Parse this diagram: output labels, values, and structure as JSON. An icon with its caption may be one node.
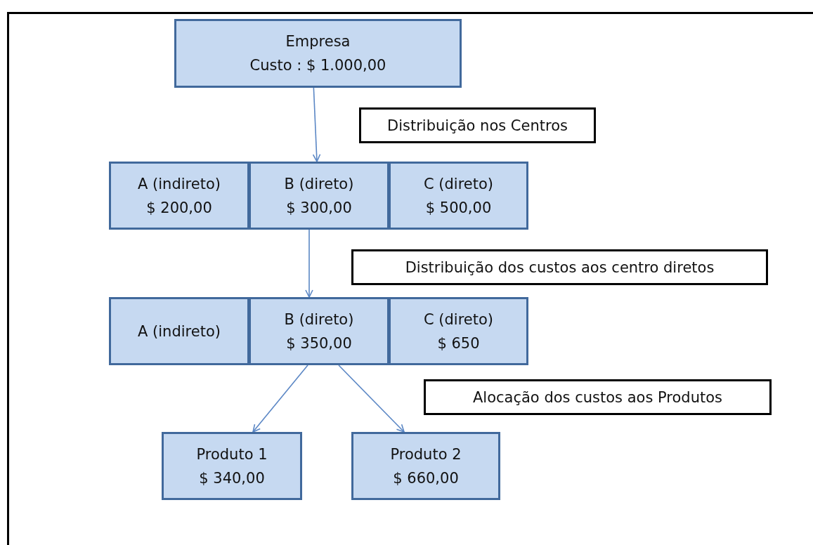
{
  "diagram": {
    "nodes": [
      {
        "text": [
          "Empresa",
          "Custo : $ 1.000,00"
        ]
      },
      {
        "text": [
          "Distribuição  nos Centros"
        ]
      },
      {
        "text": [
          "A (indireto)",
          "$ 200,00"
        ]
      },
      {
        "text": [
          "B (direto)",
          "$ 300,00"
        ]
      },
      {
        "text": [
          "C (direto)",
          "$ 500,00"
        ]
      },
      {
        "text": [
          "Distribuição  dos custos aos centro diretos"
        ]
      },
      {
        "text": [
          "A (indireto)"
        ]
      },
      {
        "text": [
          "B (direto)",
          "$ 350,00"
        ]
      },
      {
        "text": [
          "C (direto)",
          "$ 650"
        ]
      },
      {
        "text": [
          "Alocação dos custos aos Produtos"
        ]
      },
      {
        "text": [
          "Produto 1",
          "$ 340,00"
        ]
      },
      {
        "text": [
          "Produto 2",
          "$ 660,00"
        ]
      }
    ],
    "edges": [
      {
        "from": 0,
        "to": 3,
        "arrow": "to"
      },
      {
        "from": 3,
        "to": 7,
        "arrow": "to"
      },
      {
        "from": 7,
        "to": 10,
        "arrow": "to"
      },
      {
        "from": 7,
        "to": 11,
        "arrow": "to"
      }
    ]
  }
}
